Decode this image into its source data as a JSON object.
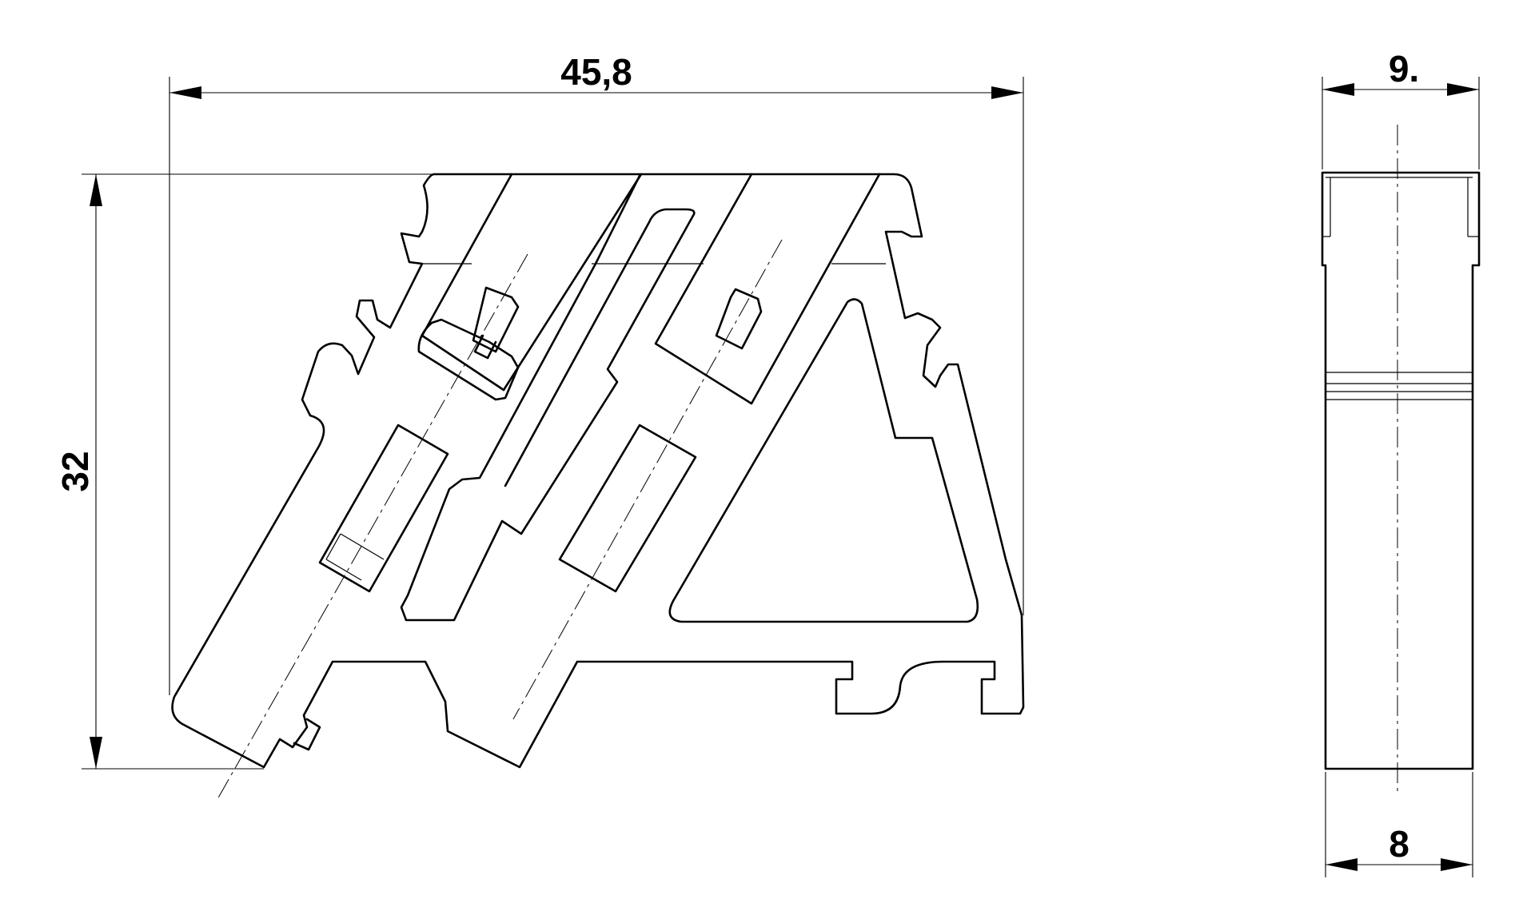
{
  "dimensions": {
    "width_main": "45,8",
    "height_main": "32",
    "width_side_top": "9.",
    "width_side_bottom": "8"
  },
  "colors": {
    "line": "#000000",
    "background": "#ffffff"
  }
}
